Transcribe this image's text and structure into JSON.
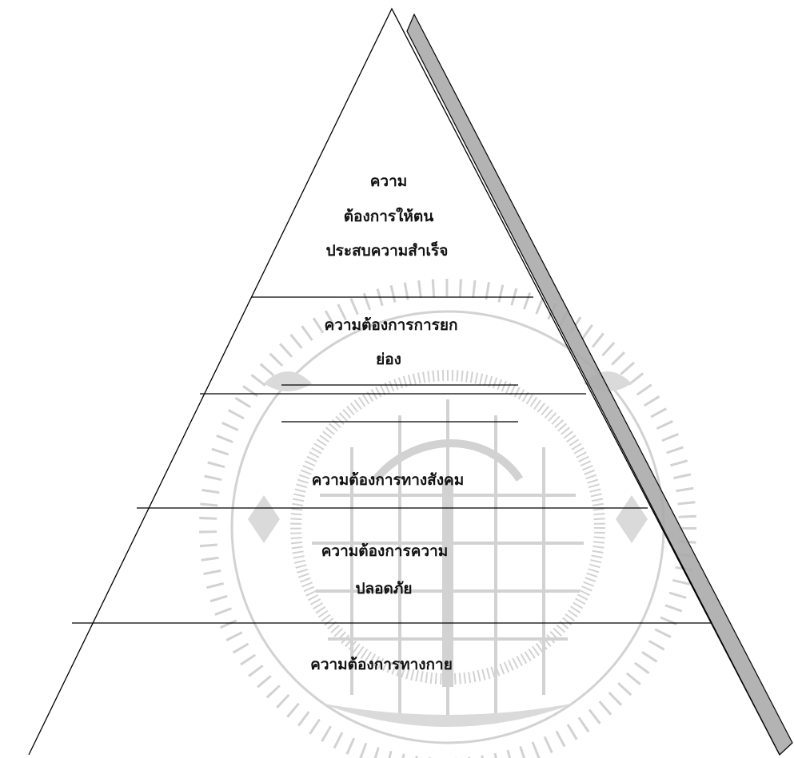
{
  "pyramid": {
    "levels": [
      {
        "id": "self-actualization",
        "lines": [
          "ความ",
          "ต้องการให้ตน",
          "ประสบความสำเร็จ"
        ]
      },
      {
        "id": "esteem",
        "lines": [
          "ความต้องการการยก",
          "ย่อง"
        ]
      },
      {
        "id": "social",
        "lines": [
          "ความต้องการทางสังคม"
        ]
      },
      {
        "id": "safety",
        "lines": [
          "ความต้องการความ",
          "ปลอดภัย"
        ]
      },
      {
        "id": "physiological",
        "lines": [
          "ความต้องการทางกาย"
        ]
      }
    ]
  },
  "colors": {
    "outline": "#000000",
    "shadow": "#a9a9a9",
    "watermark": "#d2d2d2",
    "background": "#ffffff"
  }
}
